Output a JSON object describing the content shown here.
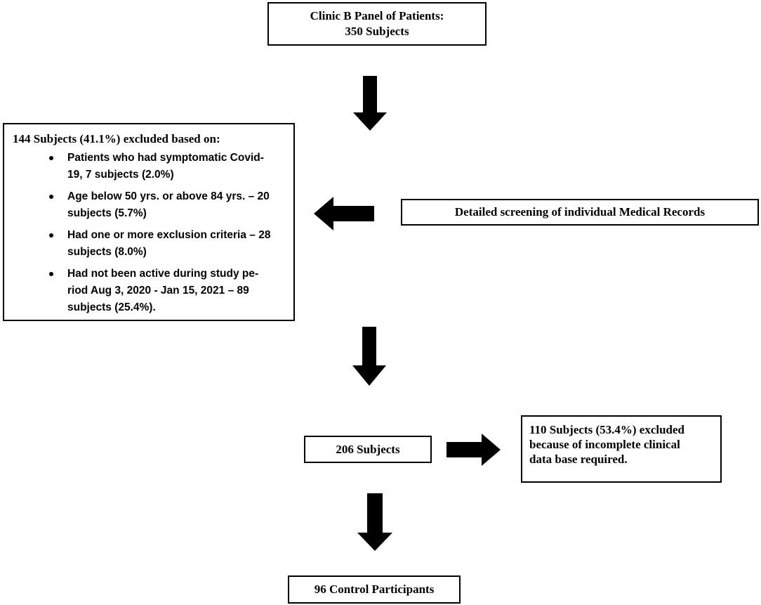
{
  "boxes": {
    "top": {
      "line1": "Clinic B Panel of Patients:",
      "line2": "350 Subjects"
    },
    "exclusion": {
      "title": "144 Subjects (41.1%) excluded based on:",
      "items": [
        [
          "Patients who had symptomatic Covid-",
          "19, 7 subjects (2.0%)"
        ],
        [
          "Age below 50 yrs. or above 84 yrs. – 20",
          "subjects (5.7%)"
        ],
        [
          "Had one or more exclusion criteria – 28",
          "subjects (8.0%)"
        ],
        [
          "Had not been active during study pe-",
          "riod Aug 3, 2020 - Jan 15, 2021 – 89",
          "subjects (25.4%)."
        ]
      ]
    },
    "screening": {
      "label": "Detailed screening of individual Medical Records"
    },
    "remaining": {
      "label": "206 Subjects"
    },
    "incomplete": {
      "lines": [
        "110 Subjects (53.4%) excluded",
        "because of incomplete clinical",
        "data base required."
      ]
    },
    "final": {
      "label": "96 Control Participants"
    }
  },
  "colors": {
    "arrow": "#000000",
    "border": "#000000"
  }
}
